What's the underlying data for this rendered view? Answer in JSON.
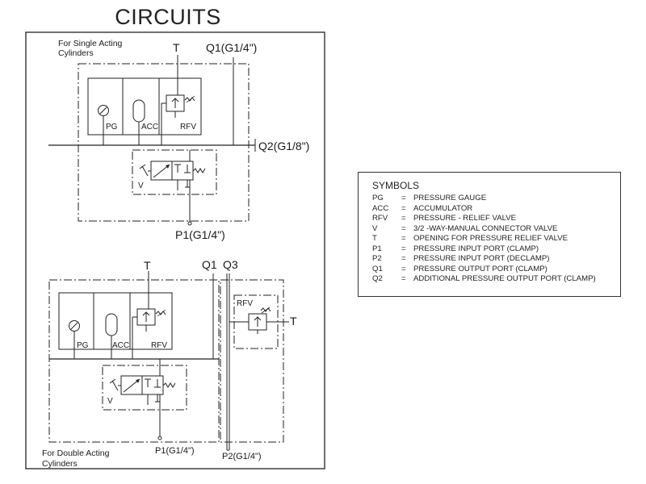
{
  "title": "CIRCUITS",
  "single": {
    "caption": [
      "For Single Acting",
      "Cylinders"
    ],
    "port_t": "T",
    "port_q1": "Q1(G1/4\")",
    "port_q2": "Q2(G1/8\")",
    "port_p1": "P1(G1/4\")",
    "pg": "PG",
    "acc": "ACC",
    "rfv": "RFV",
    "v": "V"
  },
  "double": {
    "caption": [
      "For Double Acting",
      "Cylinders"
    ],
    "port_t": "T",
    "port_q1": "Q1",
    "port_q3": "Q3",
    "port_p1": "P1(G1/4\")",
    "port_p2": "P2(G1/4\")",
    "port_t_right": "T",
    "pg": "PG",
    "acc": "ACC",
    "rfv": "RFV",
    "rfv_right": "RFV",
    "v": "V"
  },
  "symbols": {
    "title": "SYMBOLS",
    "items": [
      {
        "abbr": "PG",
        "eq": "=",
        "desc": "PRESSURE GAUGE"
      },
      {
        "abbr": "ACC",
        "eq": "=",
        "desc": "ACCUMULATOR"
      },
      {
        "abbr": "RFV",
        "eq": "=",
        "desc": "PRESSURE - RELIEF VALVE"
      },
      {
        "abbr": "V",
        "eq": "=",
        "desc": "3/2 -WAY-MANUAL CONNECTOR VALVE"
      },
      {
        "abbr": "T",
        "eq": "=",
        "desc": "OPENING FOR PRESSURE RELIEF VALVE"
      },
      {
        "abbr": "P1",
        "eq": "=",
        "desc": "PRESSURE INPUT PORT (CLAMP)"
      },
      {
        "abbr": "P2",
        "eq": "=",
        "desc": "PRESSURE INPUT PORT (DECLAMP)"
      },
      {
        "abbr": "Q1",
        "eq": "=",
        "desc": "PRESSURE OUTPUT PORT (CLAMP)"
      },
      {
        "abbr": "Q2",
        "eq": "=",
        "desc": "ADDITIONAL PRESSURE OUTPUT PORT (CLAMP)"
      }
    ]
  }
}
